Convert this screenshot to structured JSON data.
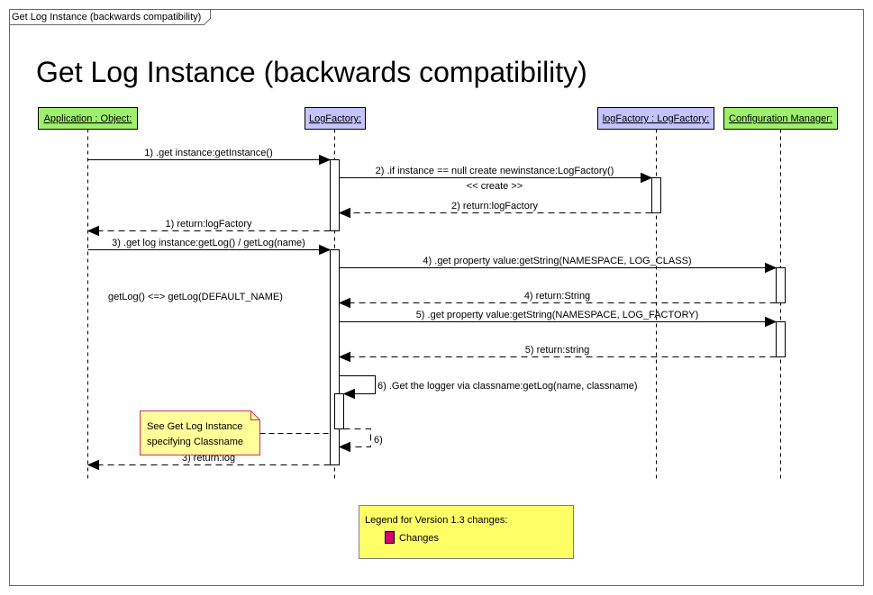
{
  "frame": {
    "tab_label": "Get Log Instance (backwards compatibility)"
  },
  "title": "Get Log Instance (backwards compatibility)",
  "lifelines": [
    {
      "label": "Application : Object:",
      "color": "#9EF06C"
    },
    {
      "label": "LogFactory:",
      "color": "#C4C4FF"
    },
    {
      "label": "logFactory : LogFactory:",
      "color": "#C4C4FF"
    },
    {
      "label": "Configuration Manager:",
      "color": "#9EF06C"
    }
  ],
  "messages": [
    {
      "label": "1) .get instance:getInstance()"
    },
    {
      "label": "2) .if instance == null create newinstance:LogFactory()",
      "stereotype": "<< create >>"
    },
    {
      "label": "2) return:logFactory"
    },
    {
      "label": "1) return:logFactory"
    },
    {
      "label": "3) .get log instance:getLog() / getLog(name)"
    },
    {
      "label": "4) .get property value:getString(NAMESPACE, LOG_CLASS)"
    },
    {
      "label": "4) return:String"
    },
    {
      "label": "5) .get property value:getString(NAMESPACE, LOG_FACTORY)"
    },
    {
      "label": "5) return:string"
    },
    {
      "label": "6) .Get the logger via classname:getLog(name, classname)"
    },
    {
      "label": "6)"
    },
    {
      "label": "3) return:log"
    }
  ],
  "annotation": "getLog() <=> getLog(DEFAULT_NAME)",
  "note": {
    "lines": [
      "See Get Log Instance",
      "specifying Classname"
    ],
    "fill": "#FFFF99",
    "text_color": "#CC0066"
  },
  "legend": {
    "title": "Legend for Version 1.3 changes:",
    "fill": "#FFFF66",
    "items": [
      {
        "label": "Changes",
        "color": "#D6006F"
      }
    ]
  }
}
